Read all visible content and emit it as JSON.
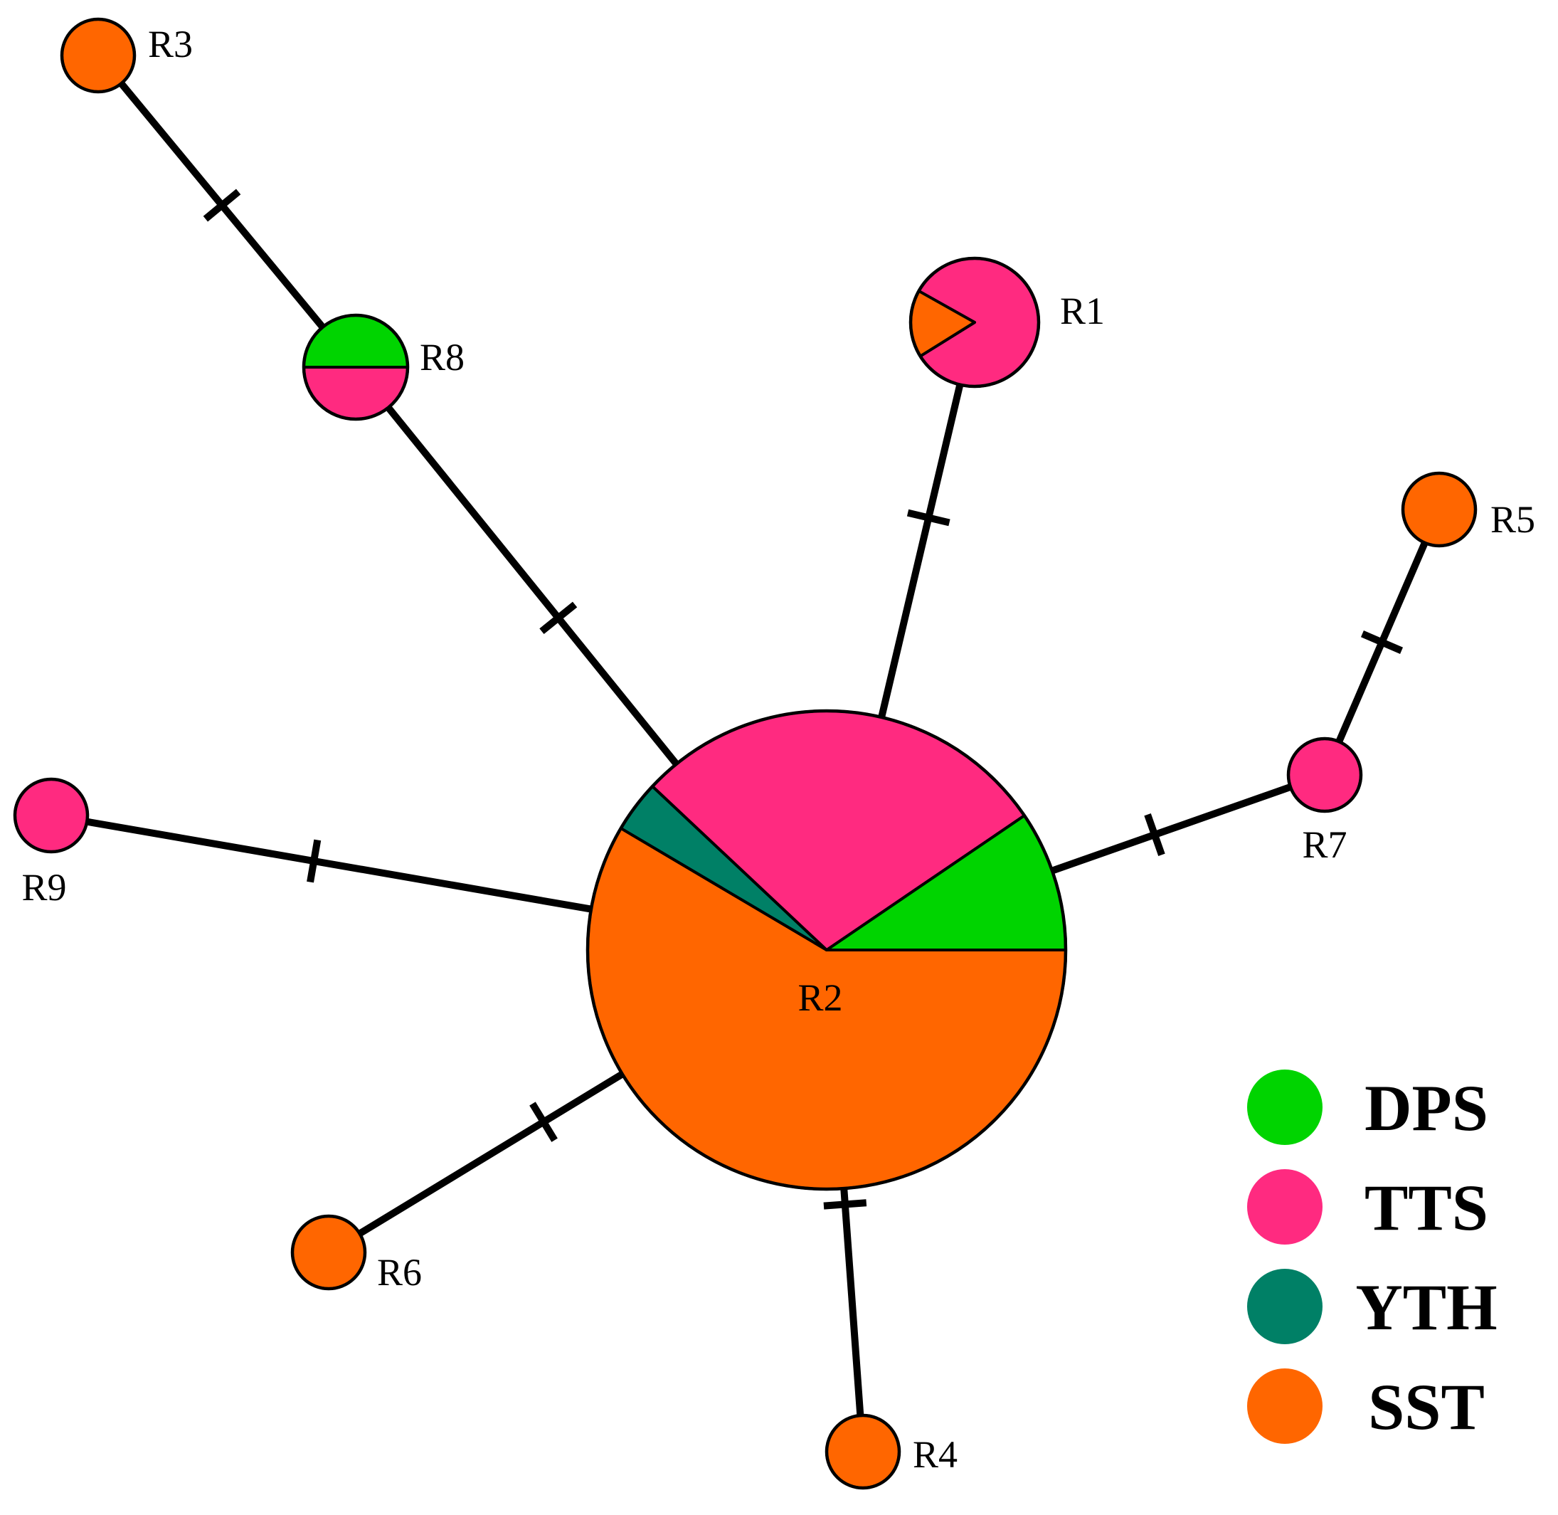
{
  "colors": {
    "DPS": "#00d400",
    "TTS": "#ff2a80",
    "YTH": "#008066",
    "SST": "#ff6600"
  },
  "legend": [
    {
      "label": "DPS",
      "color": "#00d400"
    },
    {
      "label": "TTS",
      "color": "#ff2a80"
    },
    {
      "label": "YTH",
      "color": "#008066"
    },
    {
      "label": "SST",
      "color": "#ff6600"
    }
  ],
  "haplotypes": [
    {
      "id": "R1",
      "label": "R1",
      "composition": {
        "TTS": 0.83,
        "SST": 0.17
      }
    },
    {
      "id": "R2",
      "label": "R2",
      "composition": {
        "DPS": 0.095,
        "TTS": 0.285,
        "YTH": 0.035,
        "SST": 0.585
      }
    },
    {
      "id": "R3",
      "label": "R3",
      "composition": {
        "SST": 1
      }
    },
    {
      "id": "R4",
      "label": "R4",
      "composition": {
        "SST": 1
      }
    },
    {
      "id": "R5",
      "label": "R5",
      "composition": {
        "SST": 1
      }
    },
    {
      "id": "R6",
      "label": "R6",
      "composition": {
        "SST": 1
      }
    },
    {
      "id": "R7",
      "label": "R7",
      "composition": {
        "TTS": 1
      }
    },
    {
      "id": "R8",
      "label": "R8",
      "composition": {
        "DPS": 0.5,
        "TTS": 0.5
      }
    },
    {
      "id": "R9",
      "label": "R9",
      "composition": {
        "TTS": 1
      }
    }
  ],
  "links": [
    {
      "from": "R2",
      "to": "R8",
      "mutations": 1
    },
    {
      "from": "R8",
      "to": "R3",
      "mutations": 1
    },
    {
      "from": "R2",
      "to": "R1",
      "mutations": 1
    },
    {
      "from": "R2",
      "to": "R7",
      "mutations": 1
    },
    {
      "from": "R7",
      "to": "R5",
      "mutations": 1
    },
    {
      "from": "R2",
      "to": "R9",
      "mutations": 1
    },
    {
      "from": "R2",
      "to": "R6",
      "mutations": 1
    },
    {
      "from": "R2",
      "to": "R4",
      "mutations": 1
    }
  ]
}
